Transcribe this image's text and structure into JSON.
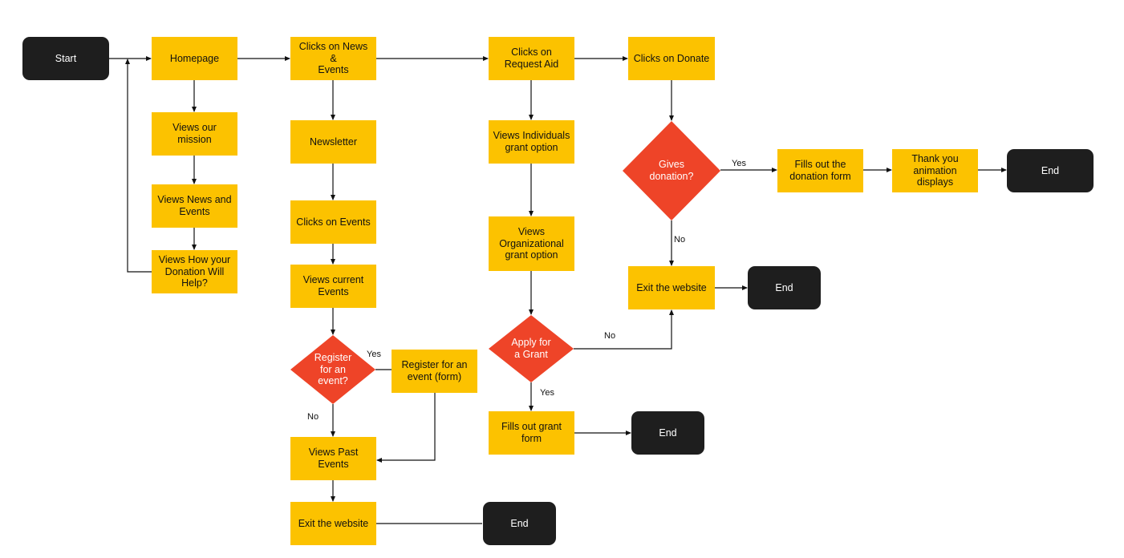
{
  "colors": {
    "process": "#fcc200",
    "decision": "#ee4428",
    "terminal": "#1e1e1e",
    "connector": "#111111"
  },
  "nodes": {
    "start": {
      "label": "Start",
      "kind": "terminal"
    },
    "homepage": {
      "label": "Homepage",
      "kind": "process"
    },
    "views_mission": {
      "label": "Views our\nmission",
      "kind": "process"
    },
    "views_news_events": {
      "label": "Views News and\nEvents",
      "kind": "process"
    },
    "views_donation_help": {
      "label": "Views How your\nDonation Will\nHelp?",
      "kind": "process"
    },
    "clicks_news_events": {
      "label": "Clicks on News &\nEvents",
      "kind": "process"
    },
    "newsletter": {
      "label": "Newsletter",
      "kind": "process"
    },
    "clicks_events": {
      "label": "Clicks on Events",
      "kind": "process"
    },
    "views_current_events": {
      "label": "Views current\nEvents",
      "kind": "process"
    },
    "register_event_decision": {
      "label": "Register\nfor an\nevent?",
      "kind": "decision"
    },
    "register_event_form": {
      "label": "Register for an\nevent (form)",
      "kind": "process"
    },
    "views_past_events": {
      "label": "Views Past\nEvents",
      "kind": "process"
    },
    "exit_website_events": {
      "label": "Exit the website",
      "kind": "process"
    },
    "end_events": {
      "label": "End",
      "kind": "terminal"
    },
    "clicks_request_aid": {
      "label": "Clicks on\nRequest Aid",
      "kind": "process"
    },
    "views_individuals_grant": {
      "label": "Views Individuals\ngrant option",
      "kind": "process"
    },
    "views_org_grant": {
      "label": "Views\nOrganizational\ngrant option",
      "kind": "process"
    },
    "apply_grant_decision": {
      "label": "Apply for\na Grant",
      "kind": "decision"
    },
    "fills_grant_form": {
      "label": "Fills out grant\nform",
      "kind": "process"
    },
    "end_grant": {
      "label": "End",
      "kind": "terminal"
    },
    "clicks_donate": {
      "label": "Clicks on Donate",
      "kind": "process"
    },
    "gives_donation_decision": {
      "label": "Gives\ndonation?",
      "kind": "decision"
    },
    "fills_donation_form": {
      "label": "Fills out the\ndonation form",
      "kind": "process"
    },
    "thank_you_animation": {
      "label": "Thank you\nanimation\ndisplays",
      "kind": "process"
    },
    "end_donation": {
      "label": "End",
      "kind": "terminal"
    },
    "exit_website_donate": {
      "label": "Exit the website",
      "kind": "process"
    },
    "end_exit": {
      "label": "End",
      "kind": "terminal"
    }
  },
  "edge_labels": {
    "register_yes": "Yes",
    "register_no": "No",
    "grant_no": "No",
    "grant_yes": "Yes",
    "donation_yes": "Yes",
    "donation_no": "No"
  }
}
